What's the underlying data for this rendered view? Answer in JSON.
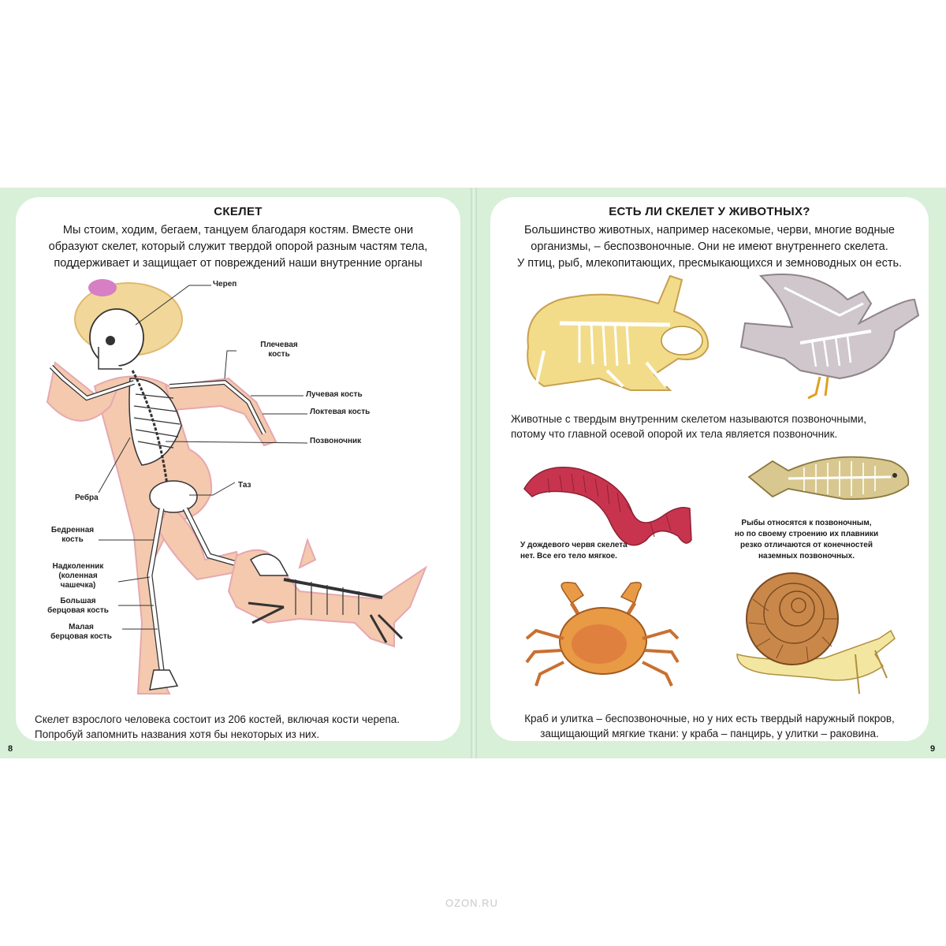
{
  "left_page": {
    "title": "СКЕЛЕТ",
    "intro": [
      "Мы стоим, ходим, бегаем, танцуем благодаря костям. Вместе они",
      "образуют скелет, который служит твердой опорой разным частям тела,",
      "поддерживает и защищает от повреждений наши внутренние органы"
    ],
    "labels": {
      "skull": "Череп",
      "humerus": [
        "Плечевая",
        "кость"
      ],
      "radius": "Лучевая кость",
      "ulna": "Локтевая кость",
      "spine": "Позвоночник",
      "pelvis": "Таз",
      "ribs": "Ребра",
      "femur": [
        "Бедренная",
        "кость"
      ],
      "kneecap": [
        "Надколенник",
        "(коленная",
        "чашечка)"
      ],
      "tibia": [
        "Большая",
        "берцовая кость"
      ],
      "fibula": [
        "Малая",
        "берцовая кость"
      ]
    },
    "bottom_text": [
      "Скелет взрослого человека состоит из 206 костей, включая кости черепа.",
      "Попробуй запомнить названия хотя бы некоторых из них."
    ],
    "page_number": "8"
  },
  "right_page": {
    "title": "ЕСТЬ ЛИ СКЕЛЕТ У ЖИВОТНЫХ?",
    "intro": [
      "Большинство животных, например насекомые, черви, многие водные",
      "организмы, – беспозвоночные. Они не имеют внутреннего скелета.",
      "У птиц, рыб, млекопитающих, пресмыкающихся и земноводных он есть."
    ],
    "middle_text": [
      "Животные с твердым внутренним скелетом называются позвоночными,",
      "потому что главной осевой опорой их тела является позвоночник."
    ],
    "worm_caption": [
      "У дождевого червя скелета",
      "нет. Все его тело мягкое."
    ],
    "fish_caption": [
      "Рыбы относятся к позвоночным,",
      "но по своему строению их плавники",
      "резко отличаются от конечностей",
      "наземных позвоночных."
    ],
    "bottom_text": [
      "Краб и улитка – беспозвоночные, но у них есть твердый наружный покров,",
      "защищающий мягкие ткани: у краба – панцирь, у улитки – раковина."
    ],
    "page_number": "9"
  },
  "watermark": "OZON.RU",
  "colors": {
    "page_bg": "#d8efd8",
    "skin": "#f4c9ae",
    "bone": "#ffffff",
    "rabbit": "#f2dc8a",
    "pigeon": "#cfc7cc",
    "worm": "#c8344e",
    "fish": "#d8c890",
    "crab": "#e89a45",
    "snail_shell": "#c9884a",
    "snail_body": "#f3e6a0"
  }
}
